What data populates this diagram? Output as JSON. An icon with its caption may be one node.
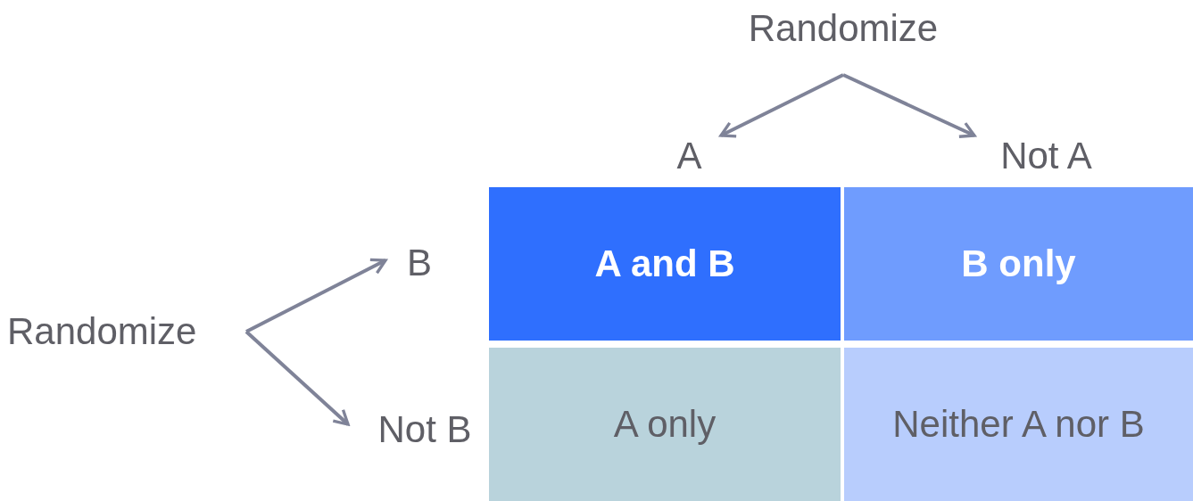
{
  "diagram": {
    "nodes": [
      {
        "text": [
          "Randomize"
        ]
      },
      {
        "text": [
          "A"
        ]
      },
      {
        "text": [
          "Not A"
        ]
      },
      {
        "text": [
          "B"
        ]
      },
      {
        "text": [
          "A and B"
        ]
      },
      {
        "text": [
          "B only"
        ]
      },
      {
        "text": [
          "Randomize"
        ]
      },
      {
        "text": [
          "Not B"
        ]
      },
      {
        "text": [
          "A only"
        ]
      },
      {
        "text": [
          "Neither A nor B"
        ]
      }
    ],
    "edges": [
      {
        "from": 0,
        "to": 1,
        "arrow": "to"
      },
      {
        "from": 0,
        "to": 2,
        "arrow": "to"
      },
      {
        "from": 6,
        "to": 3,
        "arrow": "to"
      },
      {
        "from": 6,
        "to": 7,
        "arrow": "to"
      }
    ]
  }
}
